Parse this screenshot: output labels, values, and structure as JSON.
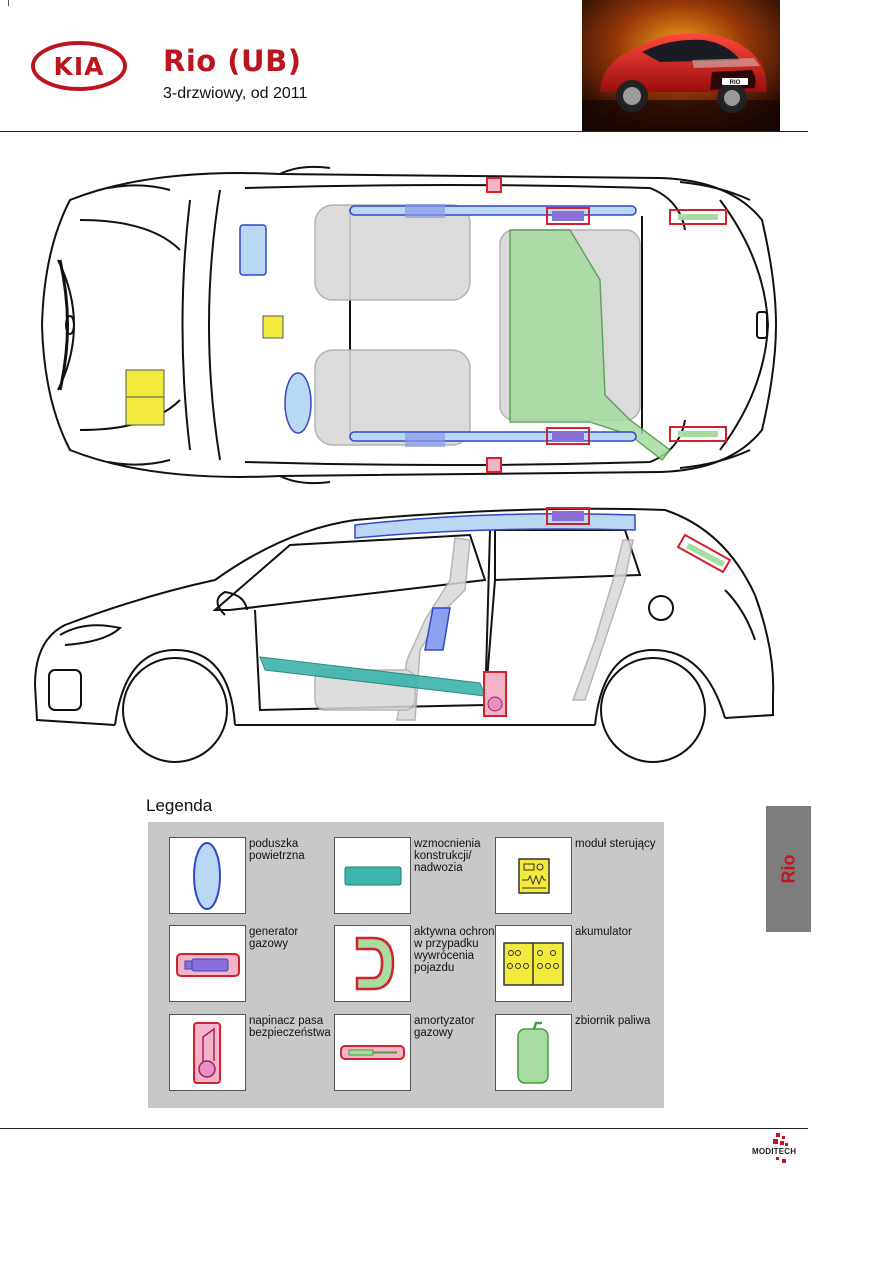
{
  "header": {
    "brand": "KIA",
    "model_title": "Rio (UB)",
    "subtitle": "3-drzwiowy, od 2011",
    "photo_plate": "RIO"
  },
  "legend": {
    "title": "Legenda",
    "items": [
      {
        "label": "poduszka powietrzna",
        "icon": "airbag-icon"
      },
      {
        "label": "wzmocnienia konstrukcji/ nadwozia",
        "icon": "reinforcement-icon"
      },
      {
        "label": "moduł sterujący",
        "icon": "control-module-icon"
      },
      {
        "label": "generator gazowy",
        "icon": "gas-generator-icon"
      },
      {
        "label": "aktywna ochrona w przypadku wywrócenia pojazdu",
        "icon": "rollover-protection-icon"
      },
      {
        "label": "akumulator",
        "icon": "battery-icon"
      },
      {
        "label": "napinacz pasa bezpieczeństwa",
        "icon": "seatbelt-pretensioner-icon"
      },
      {
        "label": "amortyzator gazowy",
        "icon": "gas-strut-icon"
      },
      {
        "label": "zbiornik paliwa",
        "icon": "fuel-tank-icon"
      }
    ]
  },
  "side_tab": {
    "label": "Rio"
  },
  "footer": {
    "logo_text": "MODITECH"
  },
  "colors": {
    "kia_red": "#bb1620",
    "airbag": "#b9d8f4",
    "airbag_stroke": "#3246c8",
    "reinforcement": "#3cb5ab",
    "module": "#f2ea3c",
    "fuel_tank": "#a6dca0",
    "generator_box": "#d2202c",
    "legend_bg": "#c8c8c8",
    "tab_bg": "#7d7d7d"
  }
}
